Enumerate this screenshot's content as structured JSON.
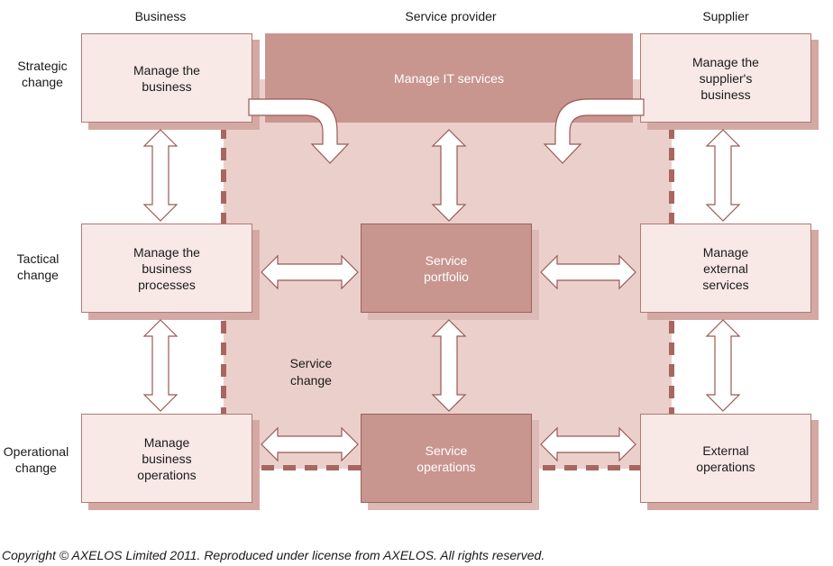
{
  "columns": {
    "business": "Business",
    "service_provider": "Service provider",
    "supplier": "Supplier"
  },
  "rows": {
    "strategic": "Strategic\nchange",
    "tactical": "Tactical\nchange",
    "operational": "Operational\nchange"
  },
  "boxes": {
    "manage_business": "Manage the\nbusiness",
    "manage_it_services": "Manage IT services",
    "manage_supplier_business": "Manage the\nsupplier's\nbusiness",
    "manage_business_processes": "Manage the\nbusiness\nprocesses",
    "service_portfolio": "Service\nportfolio",
    "manage_external_services": "Manage\nexternal\nservices",
    "manage_business_operations": "Manage\nbusiness\noperations",
    "service_operations": "Service\noperations",
    "external_operations": "External\noperations"
  },
  "service_change_label": "Service\nchange",
  "copyright": "Copyright © AXELOS Limited 2011. Reproduced under license from AXELOS. All rights reserved.",
  "colors": {
    "light_fill": "#f8e9e7",
    "dark_fill": "#c9958f",
    "area_fill": "#ebcfcb",
    "dash": "#a86660",
    "arrow_stroke": "#9a5a54"
  }
}
